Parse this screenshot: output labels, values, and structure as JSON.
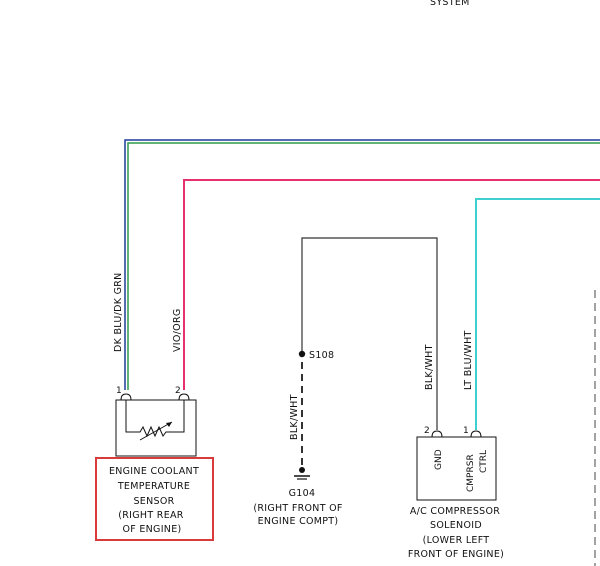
{
  "top_label": "SYSTEM",
  "wires": {
    "ect_1": "DK BLU/DK GRN",
    "ect_2": "VIO/ORG",
    "ground": "BLK/WHT",
    "ground_lower": "BLK/WHT",
    "solenoid_gnd": "BLK/WHT",
    "solenoid_ctrl": "LT BLU/WHT"
  },
  "splice": "S108",
  "ground_point": {
    "id": "G104",
    "location": [
      "(RIGHT FRONT OF",
      "ENGINE COMPT)"
    ]
  },
  "ect_sensor": {
    "lines": [
      "ENGINE COOLANT",
      "TEMPERATURE",
      "SENSOR",
      "(RIGHT REAR",
      "OF ENGINE)"
    ],
    "pins": [
      "1",
      "2"
    ]
  },
  "ac_solenoid": {
    "lines": [
      "A/C COMPRESSOR",
      "SOLENOID",
      "(LOWER LEFT",
      "FRONT OF ENGINE)"
    ],
    "pins": [
      "2",
      "1"
    ],
    "pin_labels": [
      "GND",
      "CMPRSR",
      "CTRL"
    ]
  },
  "colors": {
    "dk_blu": "#1f3d9a",
    "dk_grn": "#2e9a48",
    "vio_org": "#e8306e",
    "lt_blu": "#3fd0d0",
    "blk": "#333333",
    "highlight": "#d93a3a"
  }
}
